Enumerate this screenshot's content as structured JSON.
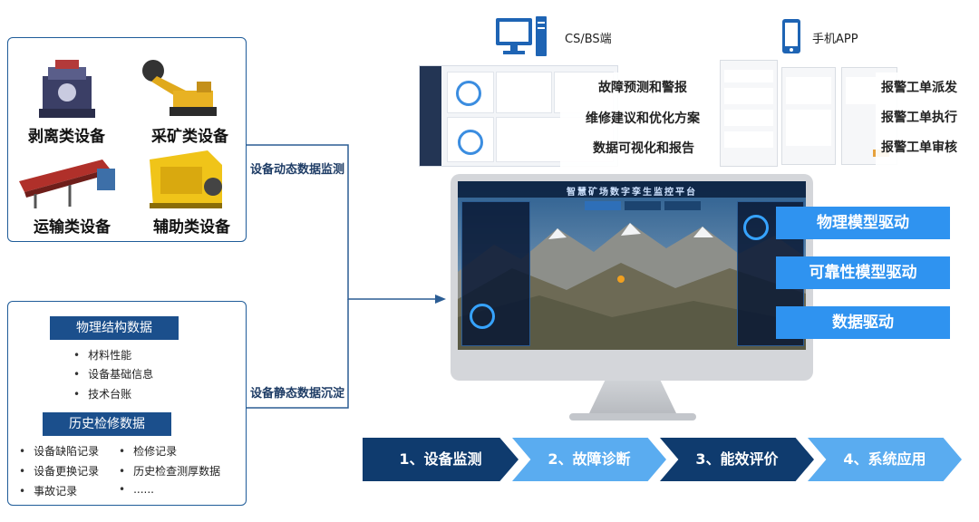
{
  "equipment": {
    "items": [
      {
        "label": "剥离类设备"
      },
      {
        "label": "采矿类设备"
      },
      {
        "label": "运输类设备"
      },
      {
        "label": "辅助类设备"
      }
    ]
  },
  "static_data": {
    "header1": "物理结构数据",
    "list1": [
      "材料性能",
      "设备基础信息",
      "技术台账"
    ],
    "header2": "历史检修数据",
    "list2_left": [
      "设备缺陷记录",
      "设备更换记录",
      "事故记录"
    ],
    "list2_right": [
      "检修记录",
      "历史检查测厚数据",
      "......"
    ]
  },
  "flows": {
    "dynamic": "设备动态数据监测",
    "static": "设备静态数据沉淀"
  },
  "clients": {
    "cs_bs_caption": "CS/BS端",
    "app_caption": "手机APP",
    "cs_features": [
      "故障预测和警报",
      "维修建议和优化方案",
      "数据可视化和报告"
    ],
    "app_features": [
      "报警工单派发",
      "报警工单执行",
      "报警工单审核"
    ]
  },
  "monitor": {
    "screen_title": "智慧矿场数字孪生监控平台"
  },
  "drivers": [
    "物理模型驱动",
    "可靠性模型驱动",
    "数据驱动"
  ],
  "steps": [
    "1、设备监测",
    "2、故障诊断",
    "3、能效评价",
    "4、系统应用"
  ],
  "colors": {
    "dark_blue": "#0f3b6e",
    "light_blue": "#5aacf0",
    "accent": "#2f93f0",
    "border": "#1f5c99"
  }
}
